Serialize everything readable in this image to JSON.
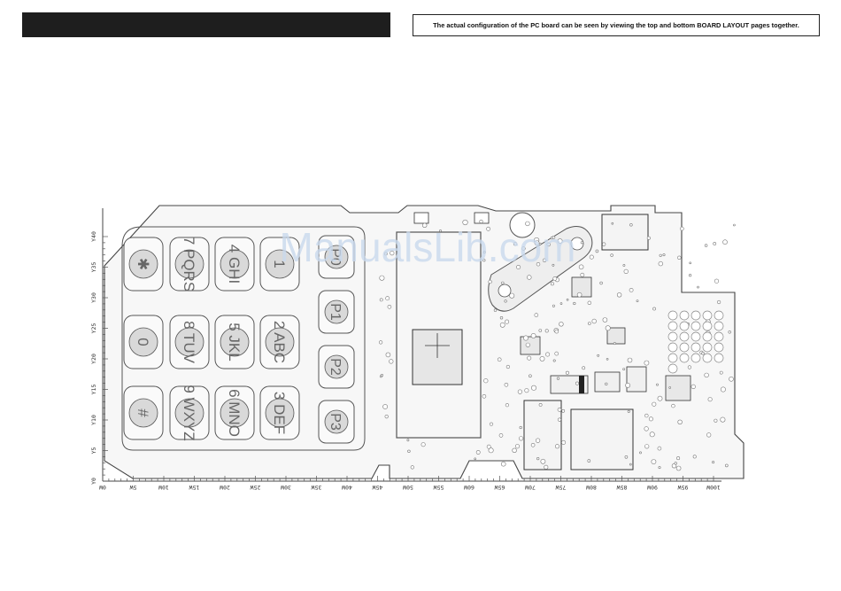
{
  "header": {
    "note": "The actual configuration of the PC board can be seen by viewing the top and bottom BOARD LAYOUT pages together."
  },
  "watermark": "ManualsLib.com",
  "keypad": {
    "keys": [
      {
        "glyph": "✱",
        "sub": ""
      },
      {
        "glyph": "7",
        "sub": "PQRS"
      },
      {
        "glyph": "4",
        "sub": "GHI"
      },
      {
        "glyph": "1",
        "sub": ""
      },
      {
        "glyph": "0",
        "sub": ""
      },
      {
        "glyph": "8",
        "sub": "TUV"
      },
      {
        "glyph": "5",
        "sub": "JKL"
      },
      {
        "glyph": "2",
        "sub": "ABC"
      },
      {
        "glyph": "#",
        "sub": ""
      },
      {
        "glyph": "9",
        "sub": "WXYZ"
      },
      {
        "glyph": "6",
        "sub": "MNO"
      },
      {
        "glyph": "3",
        "sub": "DEF"
      }
    ],
    "side_keys": [
      "P0",
      "P1",
      "P2",
      "P3"
    ]
  },
  "y_axis_labels": [
    "Y0",
    "Y5",
    "Y10",
    "Y15",
    "Y20",
    "Y25",
    "Y30",
    "Y35",
    "Y40"
  ],
  "x_axis_labels": [
    "0W",
    "5W",
    "10W",
    "15W",
    "20W",
    "25W",
    "30W",
    "35W",
    "40W",
    "45W",
    "50W",
    "55W",
    "60W",
    "65W",
    "70W",
    "75W",
    "80W",
    "85W",
    "90W",
    "95W",
    "100W"
  ],
  "colors": {
    "board_outline": "#444444",
    "trace": "#9a9a9a",
    "watermark": "#c8d8ec",
    "title_bar": "#1e1e1e"
  }
}
